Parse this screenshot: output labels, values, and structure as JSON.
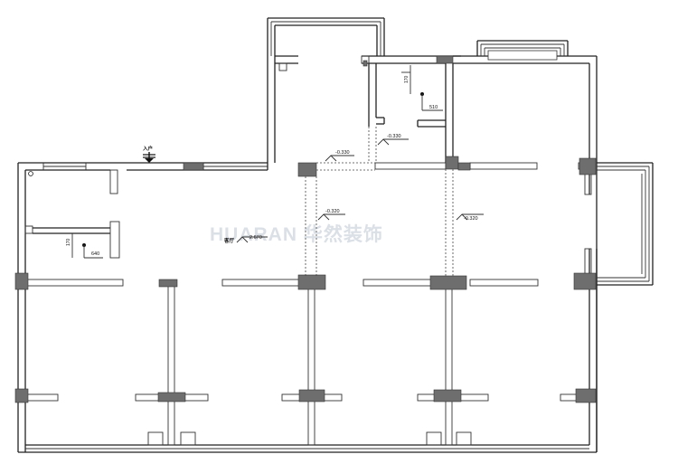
{
  "watermark": "HUARAN 华然装饰",
  "entrance_label": "入户",
  "living_label": "客厅",
  "elevations": {
    "main_floor": "2.670",
    "kitchen": "-0.330",
    "corridor_left": "-0.320",
    "corridor_right": "-0.320",
    "bath_upper": "-0.330"
  },
  "dimensions": {
    "upper_vertical": "170",
    "upper_horizontal": "510",
    "left_vertical": "170",
    "left_horizontal": "640"
  },
  "icons": {
    "entrance_arrow": "down-arrow-icon",
    "drain": "floor-drain-icon"
  }
}
